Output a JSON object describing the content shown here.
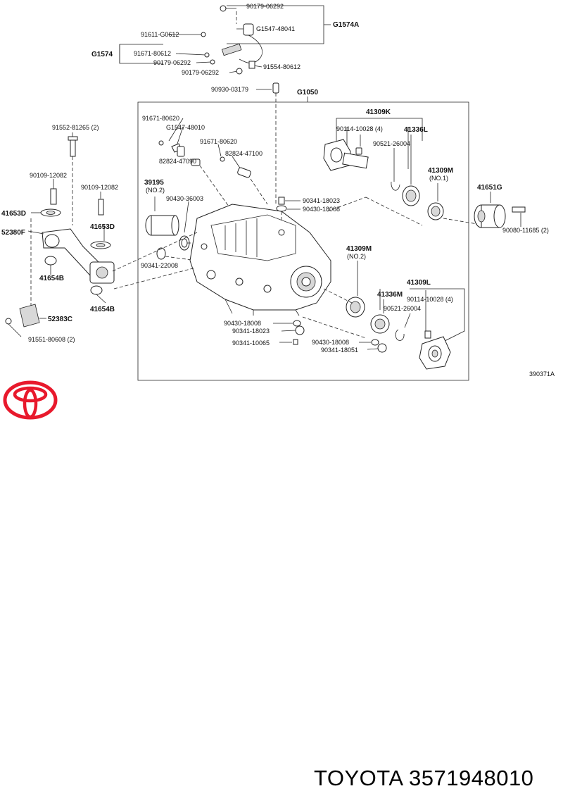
{
  "diagram": {
    "ref_code": "390371A",
    "group_codes": {
      "top_group": "G1574A",
      "left_group": "G1574",
      "main_group": "G1050"
    },
    "labels": {
      "l01": "90179-06292",
      "l02": "G1547-48041",
      "l03": "91611-G0612",
      "l04": "91671-80612",
      "l05": "90179-06292",
      "l06": "90179-06292",
      "l07": "91554-80612",
      "l08": "90930-03179",
      "l09": "91671-80620",
      "l10": "G1547-48010",
      "l11": "91671-80620",
      "l12": "82824-47100",
      "l13": "82824-47090",
      "l14": "39195",
      "l15": "(NO.2)",
      "l16": "90430-36003",
      "l17": "90341-18023",
      "l18": "90430-18008",
      "l19": "90341-22008",
      "l20": "41309K",
      "l21": "90114-10028 (4)",
      "l22": "41336L",
      "l23": "90521-26004",
      "l24": "41309M",
      "l25": "(NO.1)",
      "l26": "41651G",
      "l27": "90080-11685 (2)",
      "l28": "41309M",
      "l29": "(NO.2)",
      "l30": "41309L",
      "l31": "41336M",
      "l32": "90114-10028 (4)",
      "l33": "90521-26004",
      "l34": "90430-18008",
      "l35": "90341-18023",
      "l36": "90341-10065",
      "l37": "90430-18008",
      "l38": "90341-18051",
      "l39": "91552-81265 (2)",
      "l40": "90109-12082",
      "l41": "90109-12082",
      "l42": "41653D",
      "l43": "52380F",
      "l44": "41653D",
      "l45": "41654B",
      "l46": "41654B",
      "l47": "52383C",
      "l48": "91551-80608 (2)"
    }
  },
  "footer": {
    "brand": "TOYOTA",
    "part_number": "3571948010",
    "logo_icon": "toyota-logo-icon"
  },
  "colors": {
    "ink": "#222222",
    "logo_red": "#e8192c",
    "background": "#ffffff"
  }
}
